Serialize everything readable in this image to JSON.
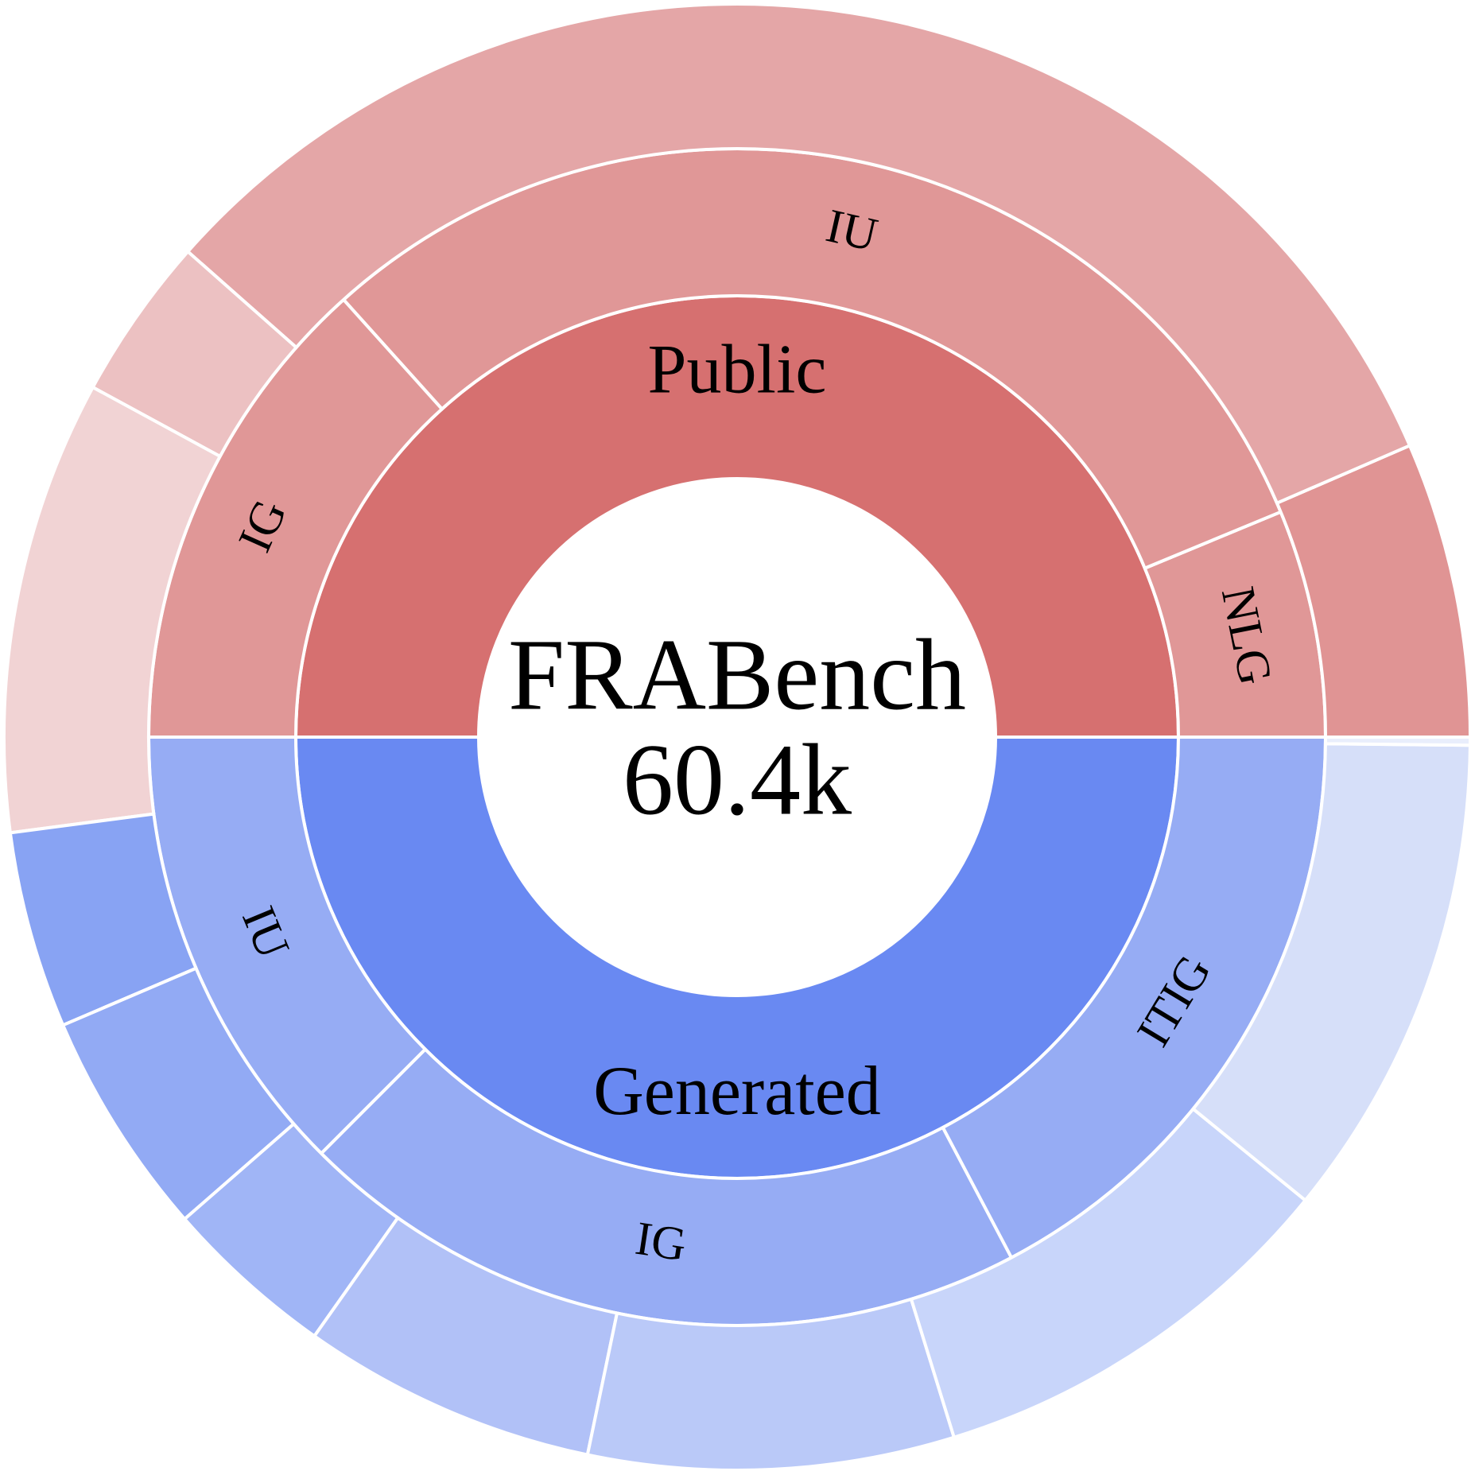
{
  "chart_data": {
    "type": "sunburst",
    "center": {
      "title": "FRABench",
      "total": "60.4k"
    },
    "levels": [
      {
        "ring": "inner",
        "segments": [
          {
            "label": "Public",
            "value": 0.5,
            "color": "#d67070"
          },
          {
            "label": "Generated",
            "value": 0.5,
            "color": "#6989f2"
          }
        ]
      },
      {
        "ring": "middle",
        "segments": [
          {
            "label": "NLG",
            "parent": "Public",
            "value": 0.0625,
            "color": "#e09797"
          },
          {
            "label": "IU",
            "parent": "Public",
            "value": 0.3041,
            "color": "#e09797"
          },
          {
            "label": "IG",
            "parent": "Public",
            "value": 0.1334,
            "color": "#e09797"
          },
          {
            "label": "IU",
            "parent": "Generated",
            "value": 0.1251,
            "color": "#96acf4"
          },
          {
            "label": "IG",
            "parent": "Generated",
            "value": 0.2021,
            "color": "#96acf4"
          },
          {
            "label": "ITIG",
            "parent": "Generated",
            "value": 0.1728,
            "color": "#96acf4"
          }
        ]
      },
      {
        "ring": "outer",
        "segments": [
          {
            "parent": "NLG",
            "value": 0.0625,
            "color": "#e09494"
          },
          {
            "parent": "IU",
            "value": 0.3069,
            "color": "#e4a6a7"
          },
          {
            "parent": "IG",
            "value": 0.0346,
            "color": "#ecc1c2"
          },
          {
            "parent": "IG",
            "value": 0.096,
            "color": "#f1d3d4"
          },
          {
            "parent": "IU",
            "value": 0.0417,
            "color": "#88a3f3"
          },
          {
            "parent": "IU",
            "value": 0.0479,
            "color": "#92aaf4"
          },
          {
            "parent": "IU",
            "value": 0.0365,
            "color": "#a0b5f6"
          },
          {
            "parent": "IG",
            "value": 0.0625,
            "color": "#b1c1f7"
          },
          {
            "parent": "IG",
            "value": 0.0773,
            "color": "#bac9f8"
          },
          {
            "parent": "ITIG",
            "value": 0.0896,
            "color": "#c8d5fa"
          },
          {
            "parent": "ITIG",
            "value": 0.1028,
            "color": "#d6dff9"
          },
          {
            "parent": "ITIG",
            "value": 0.0017,
            "color": "#e9eefc"
          }
        ]
      }
    ]
  }
}
